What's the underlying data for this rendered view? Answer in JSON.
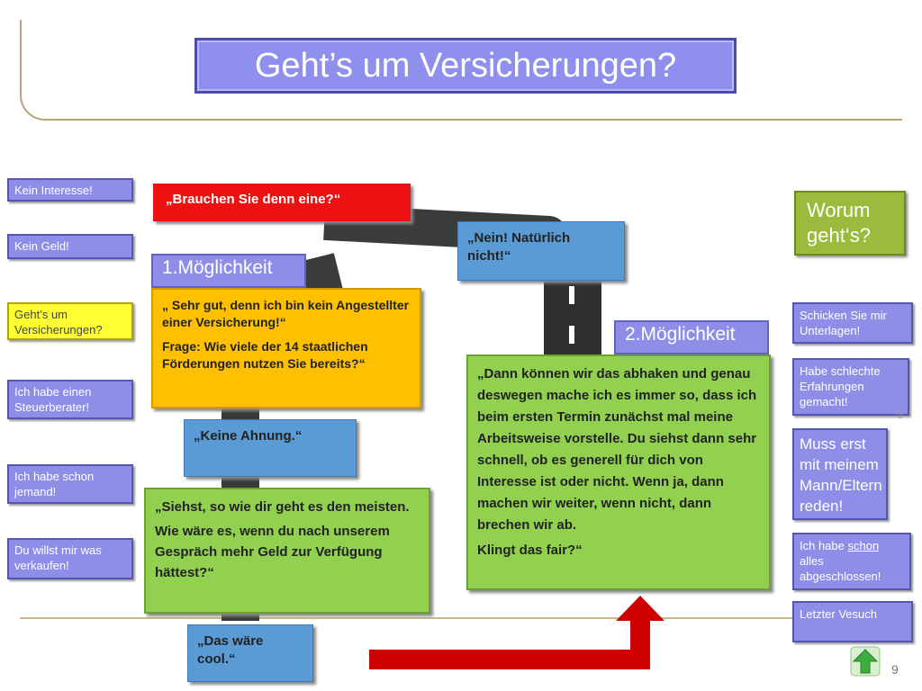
{
  "title": "Geht’s um Versicherungen?",
  "left_menu": [
    {
      "label": "Kein Interesse!",
      "active": false
    },
    {
      "label": "Kein Geld!",
      "active": false
    },
    {
      "label": "Geht’s um Versicherungen?",
      "active": true
    },
    {
      "label": "Ich habe einen Steuerberater!",
      "active": false
    },
    {
      "label": "Ich habe schon jemand!",
      "active": false
    },
    {
      "label": "Du willst mir was verkaufen!",
      "active": false
    }
  ],
  "right_menu": {
    "worum": "Worum geht‘s?",
    "items": [
      {
        "label": "Schicken Sie mir Unterlagen!"
      },
      {
        "label": "Habe schlechte Erfahrungen gemacht!"
      },
      {
        "label": "Muss erst mit meinem Mann/Eltern reden!"
      },
      {
        "label_pre": "Ich habe ",
        "label_link": "schon",
        "label_post": " alles abgeschlossen!"
      },
      {
        "label": "Letzter Vesuch"
      }
    ]
  },
  "flow": {
    "question": "„Brauchen Sie denn eine?“",
    "answer_no": "„Nein! Natürlich nicht!“",
    "option1_label": "1.Möglichkeit",
    "option2_label": "2.Möglichkeit",
    "option1_text_a": "„ Sehr gut, denn ich bin kein Angestellter einer Versicherung!“",
    "option1_text_b": "Frage: Wie viele der 14 staatlichen Förderungen nutzen Sie bereits?“",
    "no_idea": "„Keine Ahnung.“",
    "see_text_a": "„Siehst, so wie dir geht es den meisten.",
    "see_text_b": "Wie wäre es, wenn du nach unserem Gespräch mehr Geld zur Verfügung hättest?“",
    "cool": "„Das wäre cool.“",
    "option2_text_a": "„Dann können wir das abhaken und genau deswegen mache ich es immer so, dass ich beim ersten Termin zunächst mal meine Arbeitsweise vorstelle. Du siehst dann sehr schnell, ob es generell für dich von Interesse ist oder nicht. Wenn ja, dann machen wir weiter, wenn nicht, dann brechen wir ab.",
    "option2_text_b": "Klingt das fair?“"
  },
  "page_number": "9",
  "copyright_mark": "©",
  "colors": {
    "menu_bg": "#8e8ee8",
    "active_bg": "#ffff33",
    "question_bg": "#ee1111",
    "answer_bg": "#5b9bd5",
    "option1_bg": "#ffc000",
    "green_bg": "#92d050",
    "arrow": "#cc0000"
  }
}
